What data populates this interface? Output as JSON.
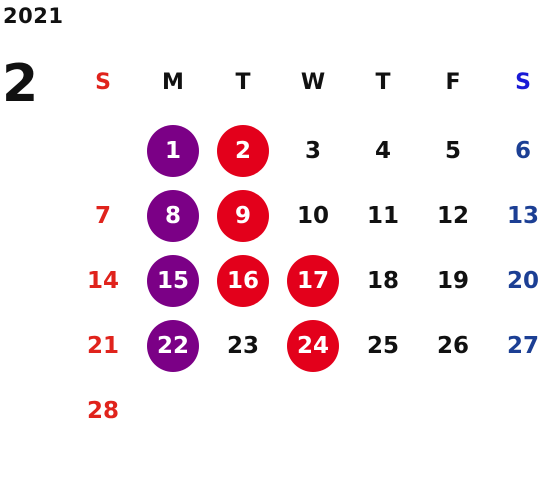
{
  "calendar": {
    "year": "2021",
    "month": "2",
    "weekdays": [
      {
        "label": "S",
        "kind": "sun"
      },
      {
        "label": "M",
        "kind": "norm"
      },
      {
        "label": "T",
        "kind": "norm"
      },
      {
        "label": "W",
        "kind": "norm"
      },
      {
        "label": "T",
        "kind": "norm"
      },
      {
        "label": "F",
        "kind": "norm"
      },
      {
        "label": "S",
        "kind": "sat"
      }
    ],
    "colors": {
      "sunday": "#e0231c",
      "saturday": "#1c3f94",
      "purple_marker": "#7b0086",
      "red_marker": "#e3001b"
    },
    "weeks": [
      [
        null,
        {
          "day": "1",
          "mark": "purple"
        },
        {
          "day": "2",
          "mark": "red"
        },
        {
          "day": "3"
        },
        {
          "day": "4"
        },
        {
          "day": "5"
        },
        {
          "day": "6"
        }
      ],
      [
        {
          "day": "7"
        },
        {
          "day": "8",
          "mark": "purple"
        },
        {
          "day": "9",
          "mark": "red"
        },
        {
          "day": "10"
        },
        {
          "day": "11"
        },
        {
          "day": "12"
        },
        {
          "day": "13"
        }
      ],
      [
        {
          "day": "14"
        },
        {
          "day": "15",
          "mark": "purple"
        },
        {
          "day": "16",
          "mark": "red"
        },
        {
          "day": "17",
          "mark": "red"
        },
        {
          "day": "18"
        },
        {
          "day": "19"
        },
        {
          "day": "20"
        }
      ],
      [
        {
          "day": "21"
        },
        {
          "day": "22",
          "mark": "purple"
        },
        {
          "day": "23"
        },
        {
          "day": "24",
          "mark": "red"
        },
        {
          "day": "25"
        },
        {
          "day": "26"
        },
        {
          "day": "27"
        }
      ],
      [
        {
          "day": "28"
        },
        null,
        null,
        null,
        null,
        null,
        null
      ]
    ]
  }
}
